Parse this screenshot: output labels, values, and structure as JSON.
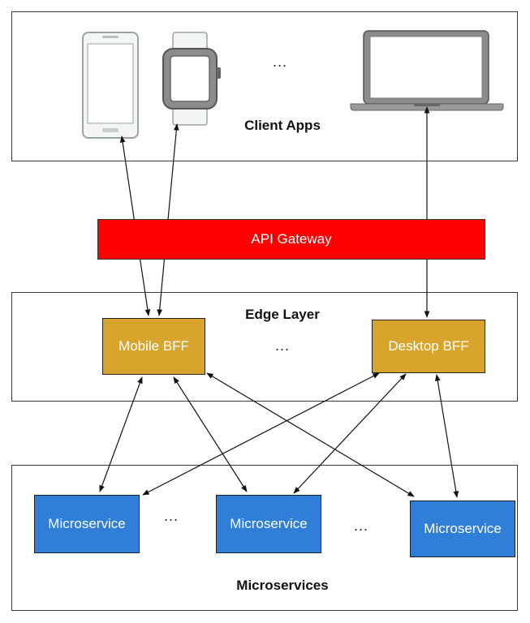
{
  "client_apps": {
    "label": "Client Apps",
    "ellipsis": "..."
  },
  "gateway": {
    "label": "API Gateway",
    "color": "#ff0000"
  },
  "edge_layer": {
    "label": "Edge Layer",
    "ellipsis": "...",
    "mobile_bff": "Mobile BFF",
    "desktop_bff": "Desktop BFF",
    "bff_color": "#d9a42b"
  },
  "microservices": {
    "label": "Microservices",
    "ellipsis_1": "...",
    "ellipsis_2": "...",
    "service_1": "Microservice",
    "service_2": "Microservice",
    "service_3": "Microservice",
    "service_color": "#2f7fd9"
  },
  "icons": [
    "phone-icon",
    "watch-icon",
    "laptop-icon"
  ]
}
